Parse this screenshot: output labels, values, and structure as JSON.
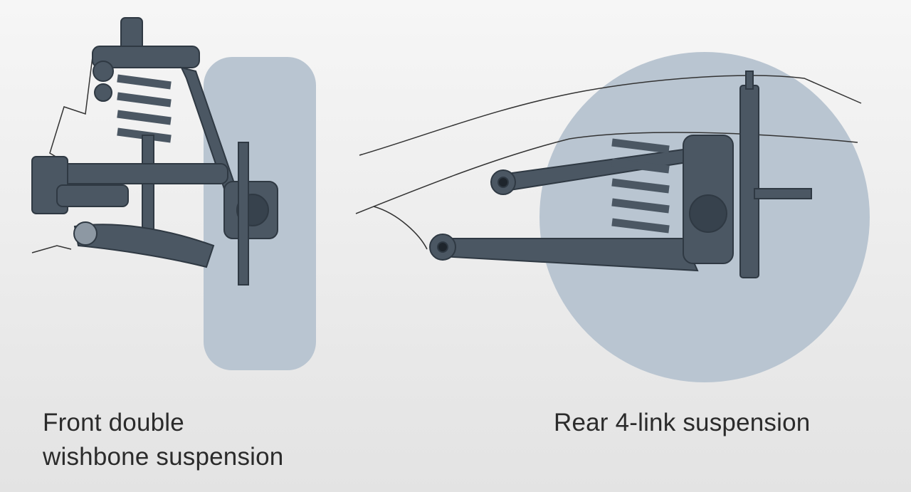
{
  "labels": {
    "front_line1": "Front double",
    "front_line2": "wishbone suspension",
    "rear": "Rear 4-link suspension"
  },
  "colors": {
    "wheel": "#b9c5d1",
    "parts": "#4b5763",
    "parts_dark": "#2f3943",
    "outline": "#3a3a3a"
  }
}
